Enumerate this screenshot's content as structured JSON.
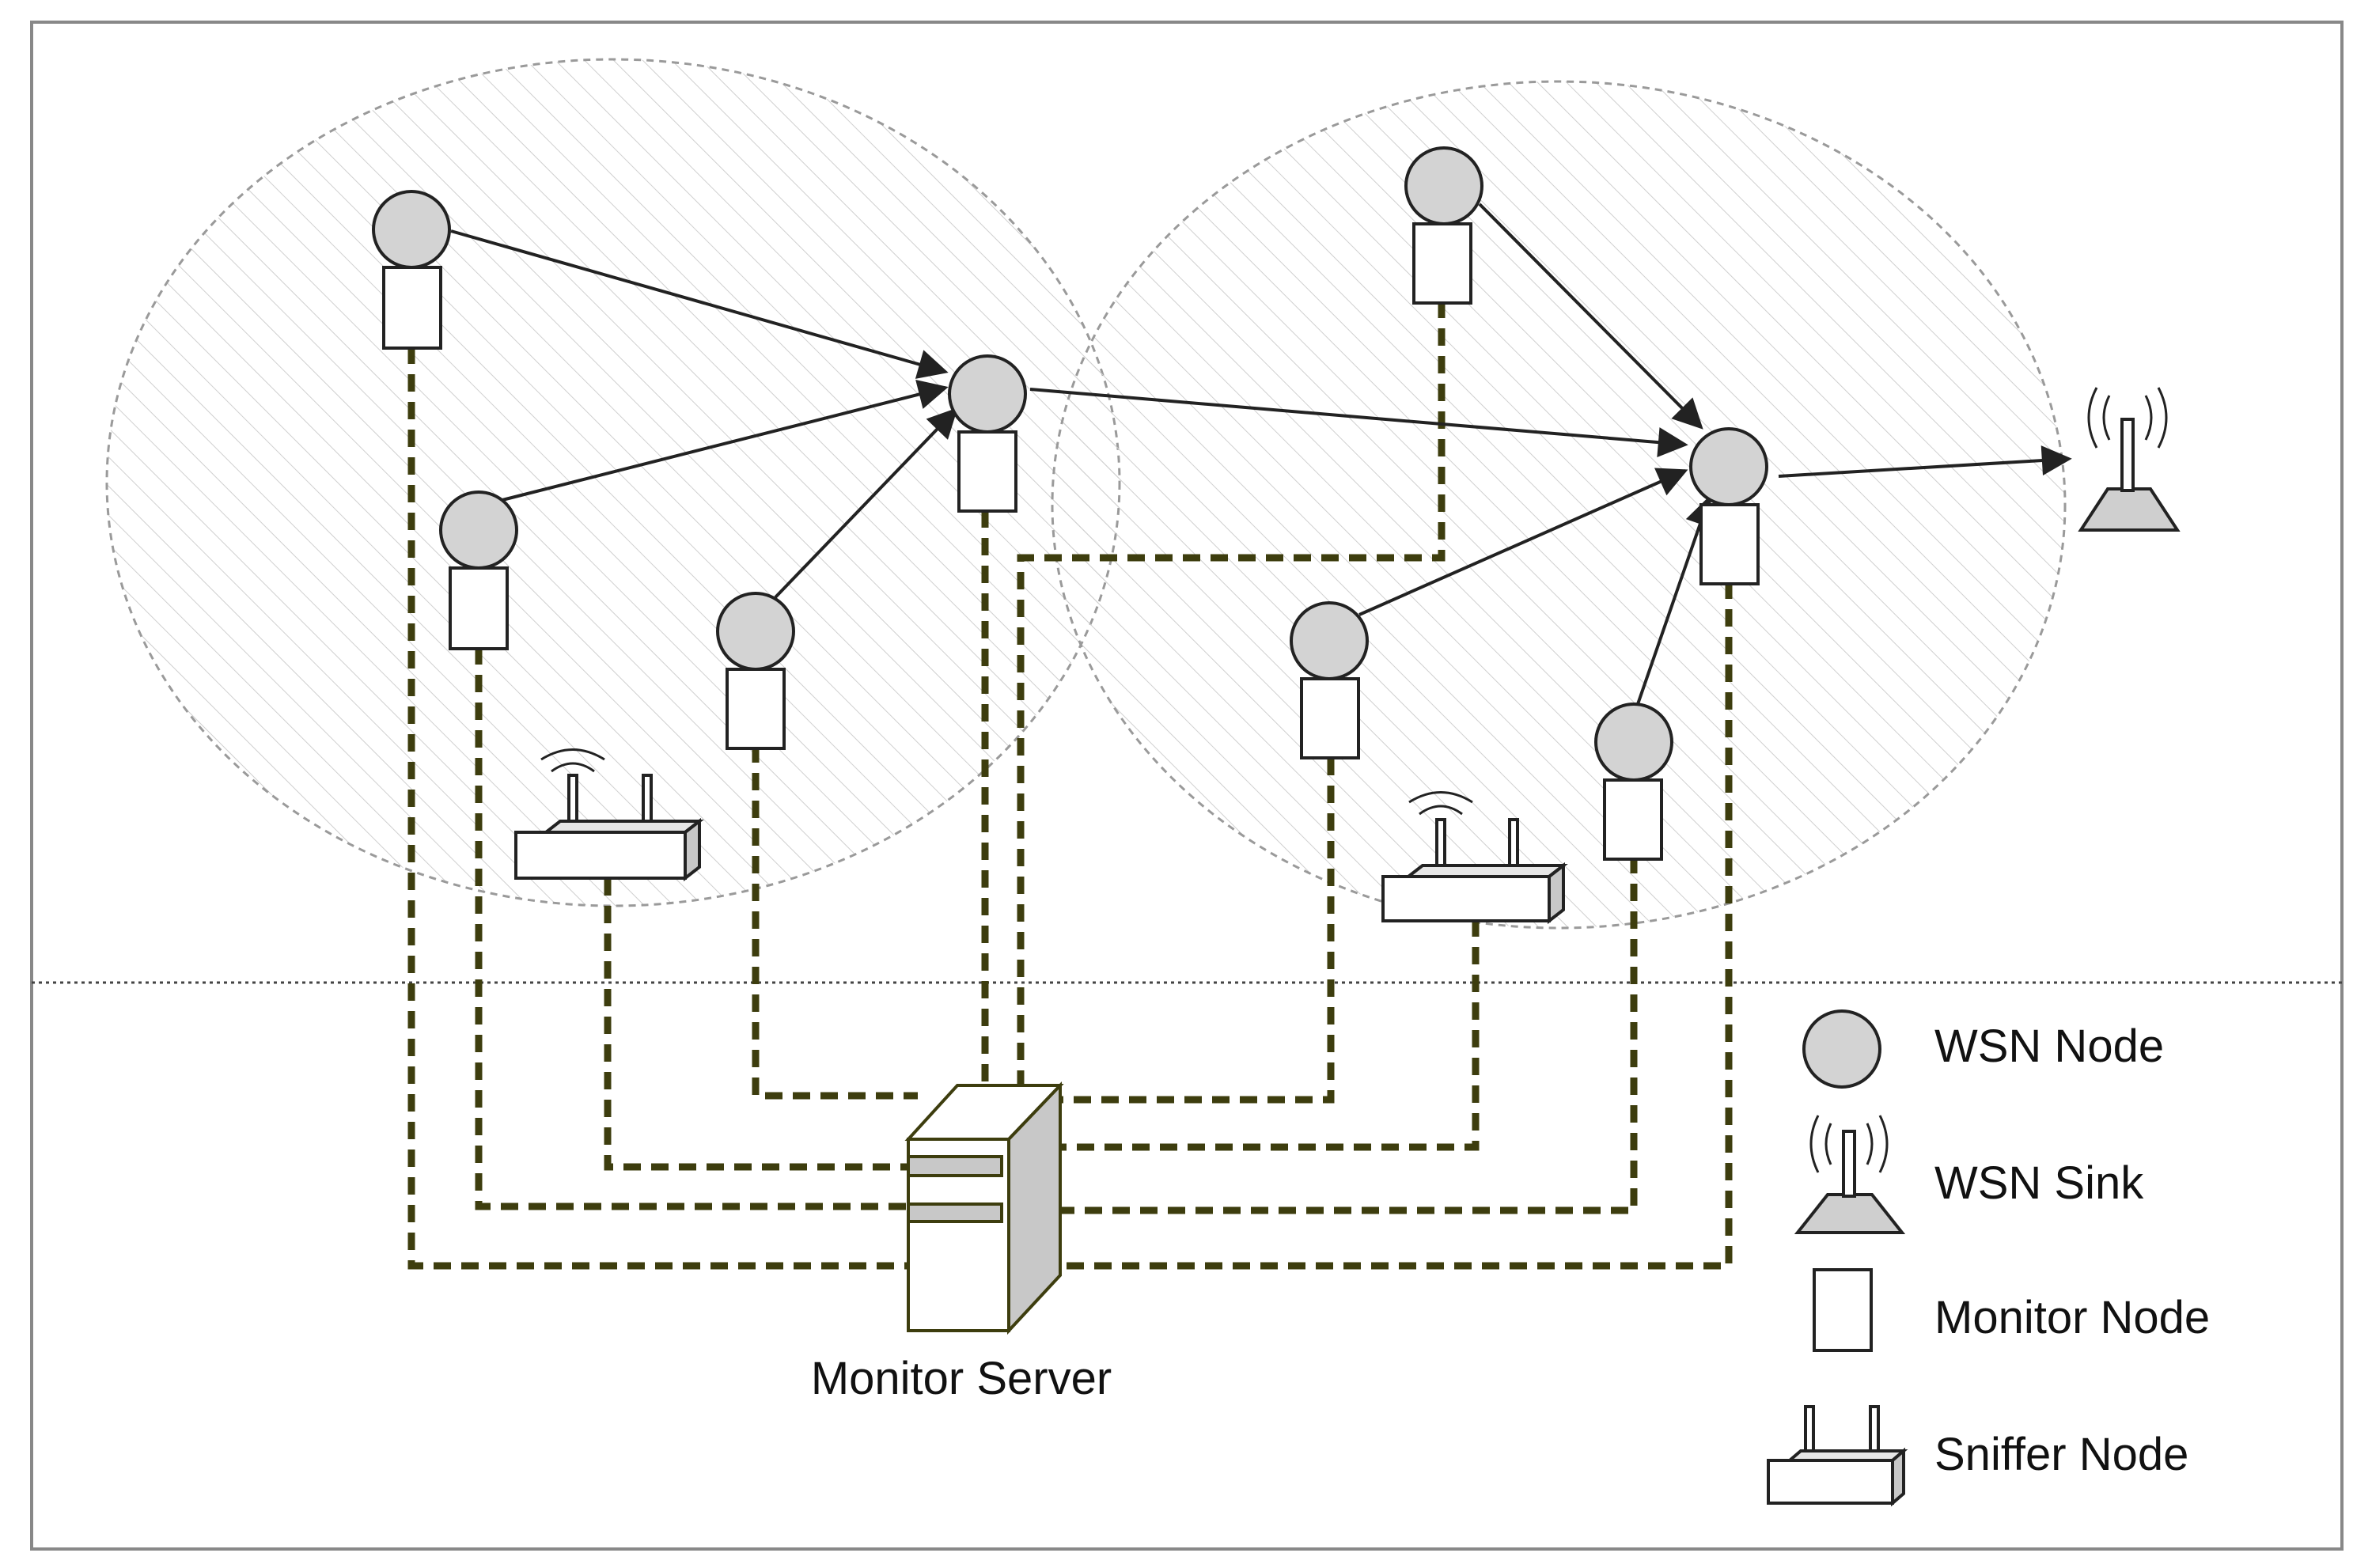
{
  "legend": {
    "wsn_node": "WSN Node",
    "wsn_sink": "WSN Sink",
    "monitor_node": "Monitor Node",
    "sniffer_node": "Sniffer Node"
  },
  "server": {
    "label": "Monitor Server"
  },
  "colors": {
    "wsn_node_fill": "#d3d3d3",
    "wired_link": "#3d3d0e",
    "wireless_link": "#222222",
    "cluster_fill_hatch": "#c8c8c8",
    "cluster_border": "#999999",
    "server_side": "#c8c8c8"
  },
  "icons": {
    "wsn_node": "circle-node-icon",
    "wsn_sink": "antenna-sink-icon",
    "monitor_node": "rectangle-monitor-icon",
    "sniffer_node": "router-sniffer-icon",
    "server": "server-tower-icon"
  }
}
